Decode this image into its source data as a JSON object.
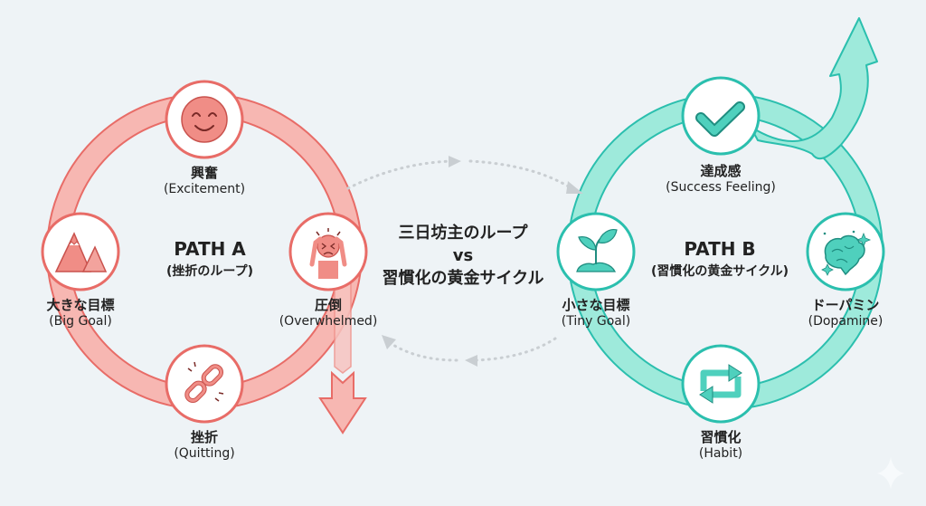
{
  "title": {
    "line1": "三日坊主のループ",
    "line2": "vs",
    "line3": "習慣化の黄金サイクル"
  },
  "colors": {
    "background": "#eef3f6",
    "path_a_ring": "#f7b7b2",
    "path_a_stroke": "#e86c67",
    "path_a_icon": "#f08d86",
    "path_b_ring": "#9eeadb",
    "path_b_stroke": "#2bbfae",
    "path_b_icon": "#4fd0bd",
    "connector": "#c9ced2",
    "text": "#222222"
  },
  "path_a": {
    "title": "PATH A",
    "subtitle": "(挫折のループ)",
    "nodes": [
      {
        "id": "excitement",
        "jp": "興奮",
        "en": "(Excitement)",
        "icon": "smiley-face-icon"
      },
      {
        "id": "overwhelmed",
        "jp": "圧倒",
        "en": "(Overwhelmed)",
        "icon": "stressed-person-icon"
      },
      {
        "id": "quitting",
        "jp": "挫折",
        "en": "(Quitting)",
        "icon": "broken-chain-icon"
      },
      {
        "id": "big-goal",
        "jp": "大きな目標",
        "en": "(Big Goal)",
        "icon": "mountain-icon"
      }
    ],
    "exit_arrow": "down-arrow-icon"
  },
  "path_b": {
    "title": "PATH B",
    "subtitle": "(習慣化の黄金サイクル)",
    "nodes": [
      {
        "id": "success-feeling",
        "jp": "達成感",
        "en": "(Success Feeling)",
        "icon": "checkmark-icon"
      },
      {
        "id": "dopamine",
        "jp": "ドーパミン",
        "en": "(Dopamine)",
        "icon": "brain-sparkle-icon"
      },
      {
        "id": "habit",
        "jp": "習慣化",
        "en": "(Habit)",
        "icon": "repeat-arrows-icon"
      },
      {
        "id": "tiny-goal",
        "jp": "小さな目標",
        "en": "(Tiny Goal)",
        "icon": "sprout-icon"
      }
    ],
    "exit_arrow": "up-right-arrow-icon"
  }
}
